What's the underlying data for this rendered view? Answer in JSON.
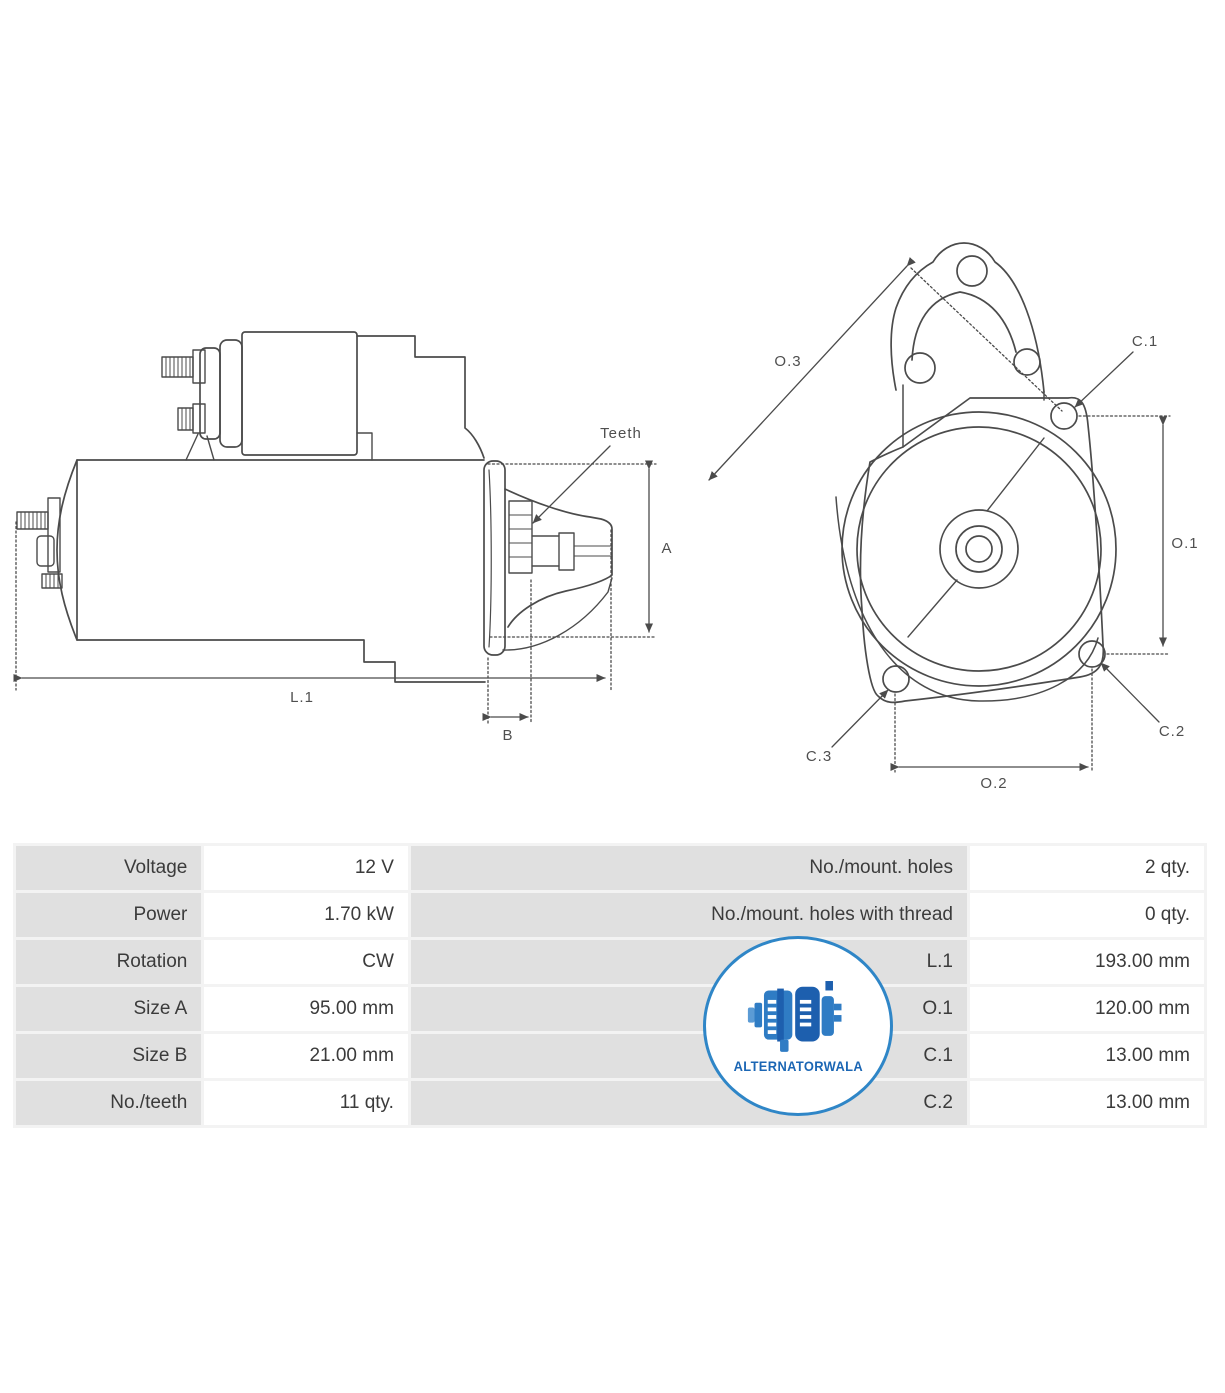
{
  "side_view": {
    "labels": {
      "teeth": "Teeth",
      "a": "A",
      "l1": "L.1",
      "b": "B"
    }
  },
  "front_view": {
    "labels": {
      "o3": "O.3",
      "c1": "C.1",
      "o1": "O.1",
      "o2": "O.2",
      "c2": "C.2",
      "c3": "C.3"
    }
  },
  "logo": {
    "brand": "ALTERNATORWALA"
  },
  "colors": {
    "line": "#4b4b4b",
    "dim_text": "#4f4f4f",
    "label_cell": "#e0e0e0",
    "value_cell": "#ffffff",
    "logo_blue": "#2f86c7",
    "logo_text_blue": "#1b66b4"
  },
  "spec_table": {
    "rows": [
      {
        "l1": "Voltage",
        "v1": "12 V",
        "l2": "No./mount. holes",
        "v2": "2 qty."
      },
      {
        "l1": "Power",
        "v1": "1.70 kW",
        "l2": "No./mount. holes with thread",
        "v2": "0 qty."
      },
      {
        "l1": "Rotation",
        "v1": "CW",
        "l2": "L.1",
        "v2": "193.00 mm"
      },
      {
        "l1": "Size A",
        "v1": "95.00 mm",
        "l2": "O.1",
        "v2": "120.00 mm"
      },
      {
        "l1": "Size B",
        "v1": "21.00 mm",
        "l2": "C.1",
        "v2": "13.00 mm"
      },
      {
        "l1": "No./teeth",
        "v1": "11 qty.",
        "l2": "C.2",
        "v2": "13.00 mm"
      }
    ]
  }
}
